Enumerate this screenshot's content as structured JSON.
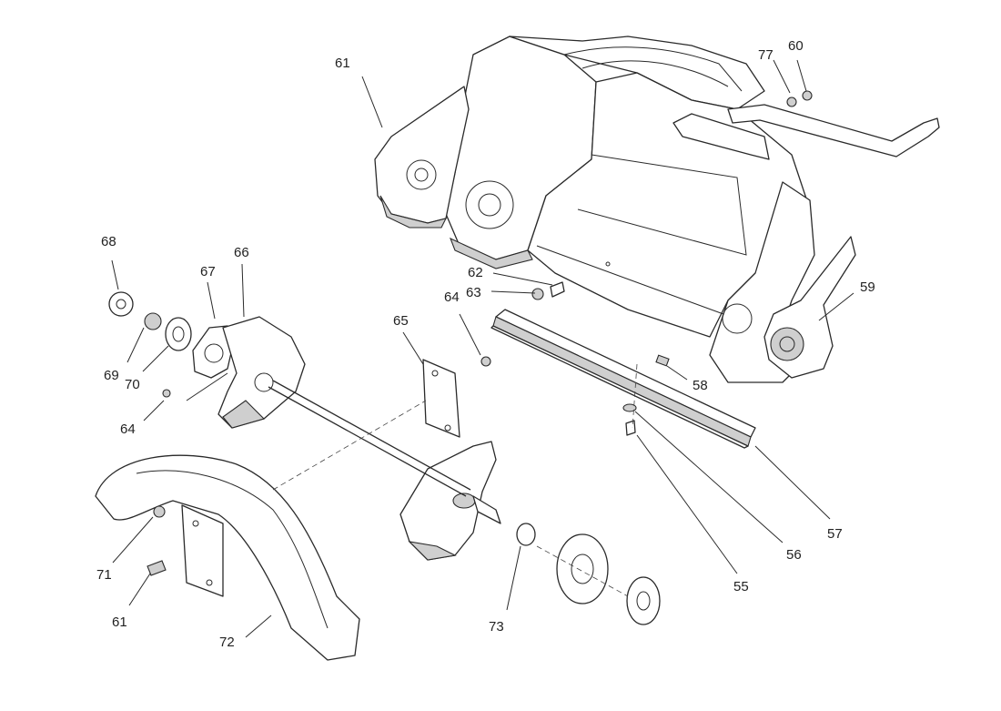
{
  "callouts": [
    {
      "id": "c61a",
      "label": "61"
    },
    {
      "id": "c77",
      "label": "77"
    },
    {
      "id": "c60",
      "label": "60"
    },
    {
      "id": "c68",
      "label": "68"
    },
    {
      "id": "c67",
      "label": "67"
    },
    {
      "id": "c66",
      "label": "66"
    },
    {
      "id": "c69",
      "label": "69"
    },
    {
      "id": "c70",
      "label": "70"
    },
    {
      "id": "c64a",
      "label": "64"
    },
    {
      "id": "c65",
      "label": "65"
    },
    {
      "id": "c64b",
      "label": "64"
    },
    {
      "id": "c62",
      "label": "62"
    },
    {
      "id": "c63",
      "label": "63"
    },
    {
      "id": "c59",
      "label": "59"
    },
    {
      "id": "c58",
      "label": "58"
    },
    {
      "id": "c57",
      "label": "57"
    },
    {
      "id": "c56",
      "label": "56"
    },
    {
      "id": "c55",
      "label": "55"
    },
    {
      "id": "c71",
      "label": "71"
    },
    {
      "id": "c61b",
      "label": "61"
    },
    {
      "id": "c72",
      "label": "72"
    },
    {
      "id": "c73",
      "label": "73"
    }
  ]
}
